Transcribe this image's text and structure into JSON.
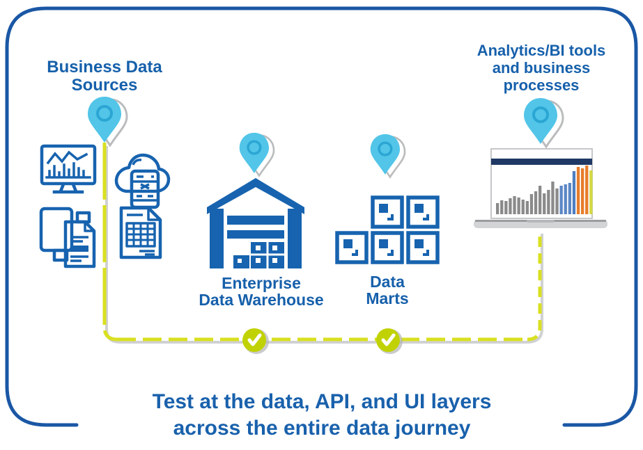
{
  "diagram": {
    "type": "data-journey-infographic",
    "tagline_lines": [
      "Test at the data, API, and UI layers",
      "across the entire data journey"
    ],
    "nodes": {
      "business_data_sources": {
        "label_lines": [
          "Business Data",
          "Sources"
        ],
        "icons": [
          "monitor-chart",
          "cloud-server",
          "documents",
          "spreadsheet-document"
        ],
        "has_location_pin": true
      },
      "enterprise_data_warehouse": {
        "label_lines": [
          "Enterprise",
          "Data Warehouse"
        ],
        "icon": "warehouse",
        "has_location_pin": true
      },
      "data_marts": {
        "label_lines": [
          "Data",
          "Marts"
        ],
        "icon": "crate-grid-5-boxes",
        "has_location_pin": true
      },
      "analytics_bi": {
        "label_lines": [
          "Analytics/BI tools",
          "and business",
          "processes"
        ],
        "icon": "laptop-bar-chart",
        "has_location_pin": true
      }
    },
    "flow_line": {
      "style": "dashed",
      "checkpoint_count": 2,
      "checkpoint_icon": "checkmark"
    }
  },
  "laptop_chart": {
    "type": "bar",
    "title": "",
    "values": [
      16,
      20,
      19,
      23,
      26,
      24,
      21,
      19,
      29,
      33,
      41,
      30,
      35,
      47,
      37,
      41,
      43,
      45,
      62,
      68,
      66,
      70,
      63
    ],
    "colors": [
      "#8a8a8a",
      "#8a8a8a",
      "#8a8a8a",
      "#8a8a8a",
      "#8a8a8a",
      "#8a8a8a",
      "#8a8a8a",
      "#8a8a8a",
      "#8a8a8a",
      "#8a8a8a",
      "#8a8a8a",
      "#8a8a8a",
      "#8a8a8a",
      "#8a8a8a",
      "#8a8a8a",
      "#5b87c5",
      "#5b87c5",
      "#5b87c5",
      "#4d7ec0",
      "#e87d2b",
      "#e87d2b",
      "#e87d2b",
      "#d4d944"
    ]
  },
  "colors": {
    "text_blue": "#1660ab",
    "border_blue": "#1a57a5",
    "icon_blue": "#1763af",
    "pin_light_blue": "#52c5e8",
    "pin_ring_blue": "#2ba6d4",
    "flow_line_yellow": "#d9e021",
    "checkpoint_yellow_green": "#c1d204",
    "laptop_header_navy": "#1f3864",
    "shadow_gray": "#aaacae"
  }
}
